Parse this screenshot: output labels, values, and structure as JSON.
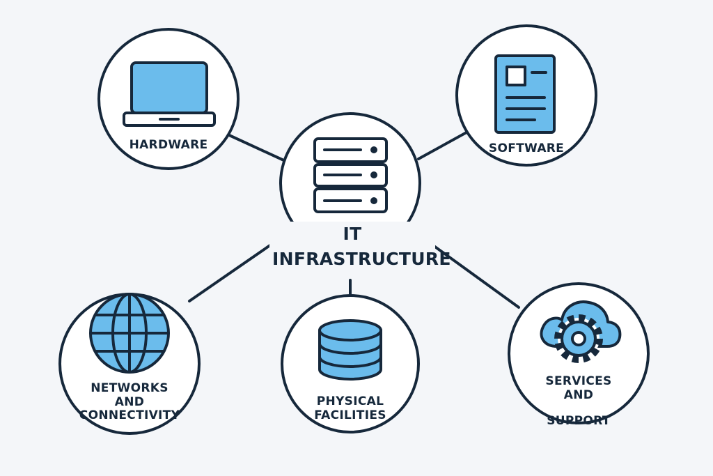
{
  "center": {
    "line1": "IT",
    "line2": "INFRASTRUCTURE"
  },
  "nodes": {
    "hardware": {
      "label": "HARDWARE",
      "icon": "laptop-icon"
    },
    "software": {
      "label": "SOFTWARE",
      "icon": "document-icon"
    },
    "networks": {
      "line1": "NETWORKS",
      "line2": "AND",
      "line3": "CONNECTIVITY",
      "icon": "globe-icon"
    },
    "facilities": {
      "line1": "PHYSICAL",
      "line2": "FACILITIES",
      "icon": "database-icon"
    },
    "services": {
      "line1": "SERVICES",
      "line2": "AND",
      "line3": "SUPPORT",
      "icon": "cloud-gear-icon"
    }
  },
  "colors": {
    "background": "#f4f6f9",
    "outline": "#16283b",
    "accent": "#6bbcec",
    "circle_fill": "#ffffff"
  }
}
